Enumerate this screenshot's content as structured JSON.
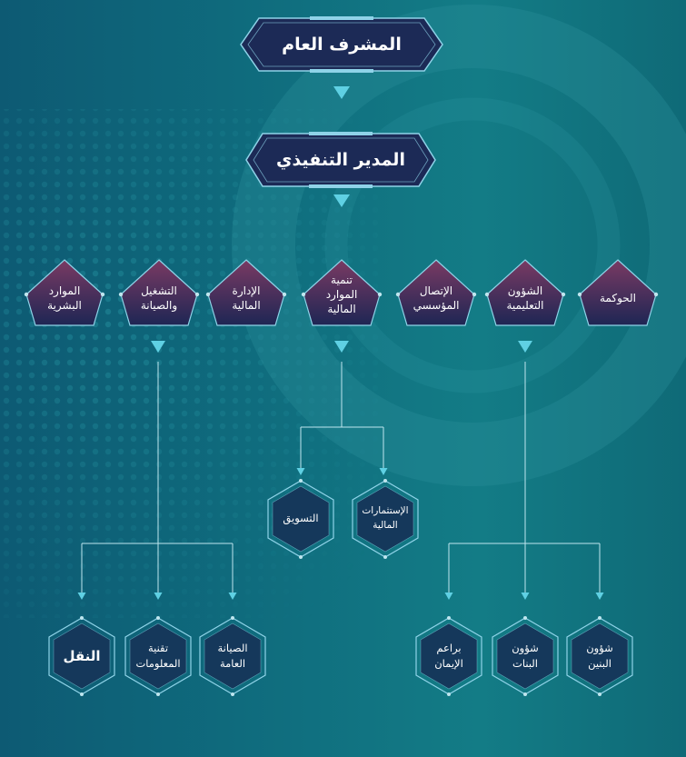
{
  "colors": {
    "banner_fill": "#1c2a56",
    "banner_border": "#8fd3e8",
    "pent_fill_top": "#7a3a63",
    "pent_fill_bottom": "#1e2654",
    "hex_fill": "#15385b",
    "connector": "#bfe6ef",
    "arrow": "#5fd0e3"
  },
  "top": {
    "title": "المشرف العام"
  },
  "executive": {
    "title": "المدير التنفيذي"
  },
  "departments": [
    {
      "id": "hr",
      "line1": "الموارد",
      "line2": "البشرية"
    },
    {
      "id": "ops",
      "line1": "التشغيل",
      "line2": "والصيانة"
    },
    {
      "id": "finance",
      "line1": "الإدارة",
      "line2": "المالية"
    },
    {
      "id": "resdev",
      "line1": "تنمية",
      "line2": "الموارد",
      "line3": "المالية"
    },
    {
      "id": "comm",
      "line1": "الإتصال",
      "line2": "المؤسسي"
    },
    {
      "id": "edu",
      "line1": "الشؤون",
      "line2": "التعليمية"
    },
    {
      "id": "gov",
      "line1": "الحوكمة"
    }
  ],
  "resdev_units": [
    {
      "id": "marketing",
      "line1": "التسويق"
    },
    {
      "id": "investments",
      "line1": "الإستثمارات",
      "line2": "المالية"
    }
  ],
  "ops_units": [
    {
      "id": "transport",
      "line1": "النقل"
    },
    {
      "id": "it",
      "line1": "تقنية",
      "line2": "المعلومات"
    },
    {
      "id": "maintenance",
      "line1": "الصيانة",
      "line2": "العامة"
    }
  ],
  "edu_units": [
    {
      "id": "braem",
      "line1": "براعم",
      "line2": "الإيمان"
    },
    {
      "id": "girls",
      "line1": "شؤون",
      "line2": "البنات"
    },
    {
      "id": "boys",
      "line1": "شؤون",
      "line2": "البنين"
    }
  ]
}
